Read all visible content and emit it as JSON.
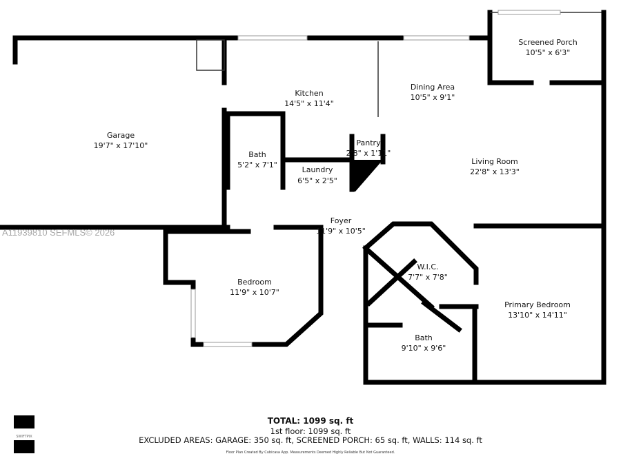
{
  "rooms": [
    {
      "name": "Garage",
      "size": "19'7\" x 17'10\""
    },
    {
      "name": "Kitchen",
      "size": "14'5\" x 11'4\""
    },
    {
      "name": "Dining Area",
      "size": "10'5\" x 9'1\""
    },
    {
      "name": "Screened Porch",
      "size": "10'5\" x 6'3\""
    },
    {
      "name": "Bath",
      "size": "5'2\" x 7'1\""
    },
    {
      "name": "Pantry",
      "size": "2'8\" x 1'11\""
    },
    {
      "name": "Laundry",
      "size": "6'5\" x 2'5\""
    },
    {
      "name": "Living Room",
      "size": "22'8\" x 13'3\""
    },
    {
      "name": "Foyer",
      "size": "11'9\" x 10'5\""
    },
    {
      "name": "Bedroom",
      "size": "11'9\" x 10'7\""
    },
    {
      "name": "W.I.C.",
      "size": "7'7\" x 7'8\""
    },
    {
      "name": "Primary Bedroom",
      "size": "13'10\" x 14'11\""
    },
    {
      "name": "Bath",
      "size": "9'10\" x 9'6\""
    }
  ],
  "summary": {
    "total": "TOTAL: 1099 sq. ft",
    "floor": "1st floor: 1099 sq. ft",
    "excluded": "EXCLUDED AREAS: GARAGE: 350 sq. ft, SCREENED PORCH: 65 sq. ft, WALLS: 114 sq. ft",
    "note": "Floor Plan Created By Cubicasa App. Measurements Deemed Highly Reliable But Not Guaranteed."
  },
  "watermark": "A11939810  SEFMLS© 2026",
  "logo": "SWIFTPIX"
}
